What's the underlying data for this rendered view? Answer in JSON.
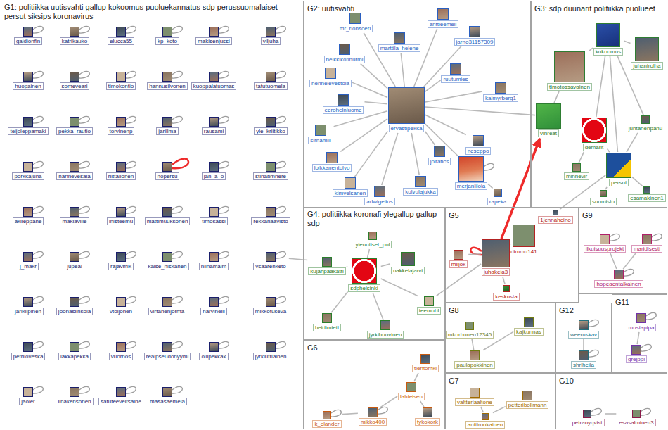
{
  "diagram": {
    "nodes": [
      {
        "text": [
          "G1: politiikka uutisvahti gallup kokoomus puoluekannatus sdp perussuomalaiset persut siksips koronavirus"
        ]
      },
      {
        "text": [
          "gaidionfin"
        ],
        "in": 0
      },
      {
        "text": [
          "katrikauko"
        ],
        "in": 0
      },
      {
        "text": [
          "elucca55"
        ],
        "in": 0
      },
      {
        "text": [
          "kp_koto"
        ],
        "in": 0
      },
      {
        "text": [
          "makisenjussi"
        ],
        "in": 0
      },
      {
        "text": [
          "viljuha"
        ],
        "in": 0
      },
      {
        "text": [
          "huopainen"
        ],
        "in": 0
      },
      {
        "text": [
          "someveari"
        ],
        "in": 0
      },
      {
        "text": [
          "timokontio"
        ],
        "in": 0
      },
      {
        "text": [
          "hannusilvonen"
        ],
        "in": 0
      },
      {
        "text": [
          "kuoppalatuomas"
        ],
        "in": 0
      },
      {
        "text": [
          "tatutuomela"
        ],
        "in": 0
      },
      {
        "text": [
          "teijoleppamaki"
        ],
        "in": 0
      },
      {
        "text": [
          "pekka_rautio"
        ],
        "in": 0
      },
      {
        "text": [
          "torvinenp"
        ],
        "in": 0
      },
      {
        "text": [
          "jarillma"
        ],
        "in": 0
      },
      {
        "text": [
          "rausami"
        ],
        "in": 0
      },
      {
        "text": [
          "yle_kriitikko"
        ],
        "in": 0
      },
      {
        "text": [
          "porkkajuha"
        ],
        "in": 0
      },
      {
        "text": [
          "hannevesala"
        ],
        "in": 0
      },
      {
        "text": [
          "riittalionen"
        ],
        "in": 0
      },
      {
        "text": [
          "nopersu"
        ],
        "in": 0
      },
      {
        "text": [
          "jan_a_o"
        ],
        "in": 0
      },
      {
        "text": [
          "stinabmnere"
        ],
        "in": 0
      },
      {
        "text": [
          "akileppane"
        ],
        "in": 0
      },
      {
        "text": [
          "maklaville"
        ],
        "in": 0
      },
      {
        "text": [
          "ihisteemu"
        ],
        "in": 0
      },
      {
        "text": [
          "mattimuukkonen"
        ],
        "in": 0
      },
      {
        "text": [
          "timokassi"
        ],
        "in": 0
      },
      {
        "text": [
          "rekkahaavisto"
        ],
        "in": 0
      },
      {
        "text": [
          "j_makr"
        ],
        "in": 0
      },
      {
        "text": [
          "jupeai"
        ],
        "in": 0
      },
      {
        "text": [
          "rajavmik"
        ],
        "in": 0
      },
      {
        "text": [
          "kalse_niskanen"
        ],
        "in": 0
      },
      {
        "text": [
          "niinamaim"
        ],
        "in": 0
      },
      {
        "text": [
          "vsaarenketo"
        ],
        "in": 0
      },
      {
        "text": [
          "jarikilpinen"
        ],
        "in": 0
      },
      {
        "text": [
          "joonaslinkola"
        ],
        "in": 0
      },
      {
        "text": [
          "vtoljonen"
        ],
        "in": 0
      },
      {
        "text": [
          "virtanenjorma"
        ],
        "in": 0
      },
      {
        "text": [
          "narvinelli"
        ],
        "in": 0
      },
      {
        "text": [
          "mikkotukeva"
        ],
        "in": 0
      },
      {
        "text": [
          "petriloveska"
        ],
        "in": 0
      },
      {
        "text": [
          "lakkapekka"
        ],
        "in": 0
      },
      {
        "text": [
          "vuornos"
        ],
        "in": 0
      },
      {
        "text": [
          "realpseudonyymi"
        ],
        "in": 0
      },
      {
        "text": [
          "ollipekkak"
        ],
        "in": 0
      },
      {
        "text": [
          "jyrkiutriainen"
        ],
        "in": 0
      },
      {
        "text": [
          "jaoler"
        ],
        "in": 0
      },
      {
        "text": [
          "linakensonen"
        ],
        "in": 0
      },
      {
        "text": [
          "satuteeveitsalne"
        ],
        "in": 0
      },
      {
        "text": [
          "masasaemela"
        ],
        "in": 0
      },
      {
        "text": [
          "G2: uutisvahti"
        ]
      },
      {
        "text": [
          "mr_rionsoeri"
        ],
        "in": 53
      },
      {
        "text": [
          "anttieemeli"
        ],
        "in": 53
      },
      {
        "text": [
          "marttila_helene"
        ],
        "in": 53
      },
      {
        "text": [
          "jarno31157309"
        ],
        "in": 53
      },
      {
        "text": [
          "heikkikotinurmi"
        ],
        "in": 53
      },
      {
        "text": [
          "hennelevestola"
        ],
        "in": 53
      },
      {
        "text": [
          "kalmyrberg1"
        ],
        "in": 53
      },
      {
        "text": [
          "ruutumies"
        ],
        "in": 53
      },
      {
        "text": [
          "ervastipekka"
        ],
        "in": 53
      },
      {
        "text": [
          "eerohelnluome"
        ],
        "in": 53
      },
      {
        "text": [
          "sirhamili"
        ],
        "in": 53
      },
      {
        "text": [
          "lolkkanentolvo"
        ],
        "in": 53
      },
      {
        "text": [
          "joltatics"
        ],
        "in": 53
      },
      {
        "text": [
          "neseppo"
        ],
        "in": 53
      },
      {
        "text": [
          "merjanlilola"
        ],
        "in": 53
      },
      {
        "text": [
          "kimvelsanen"
        ],
        "in": 53
      },
      {
        "text": [
          "kolvulajukka"
        ],
        "in": 53
      },
      {
        "text": [
          "arlwigelius"
        ],
        "in": 53
      },
      {
        "text": [
          "rapeka"
        ],
        "in": 53
      },
      {
        "text": [
          "G3: sdp duunarit politiikka puolueet"
        ]
      },
      {
        "text": [
          "kokoomus"
        ],
        "in": 73
      },
      {
        "text": [
          "timotossavainen"
        ],
        "in": 73
      },
      {
        "text": [
          "juhanirolha"
        ],
        "in": 73
      },
      {
        "text": [
          "vihreat"
        ],
        "in": 73
      },
      {
        "text": [
          "juhtanenpanu"
        ],
        "in": 73
      },
      {
        "text": [
          "demarit"
        ],
        "in": 73
      },
      {
        "text": [
          "minnevir"
        ],
        "in": 73
      },
      {
        "text": [
          "persut"
        ],
        "in": 73
      },
      {
        "text": [
          "suomisto"
        ],
        "in": 73
      },
      {
        "text": [
          "esamakinen1"
        ],
        "in": 73
      },
      {
        "text": [
          "G4: politiikka koronafi ylegallup gallup sdp"
        ]
      },
      {
        "text": [
          "yleuutiset_pol"
        ],
        "in": 84
      },
      {
        "text": [
          "kujanpaakatri"
        ],
        "in": 84
      },
      {
        "text": [
          "sdphelsinki"
        ],
        "in": 84
      },
      {
        "text": [
          "nakkelajarvi"
        ],
        "in": 84
      },
      {
        "text": [
          "teemuhl"
        ],
        "in": 84
      },
      {
        "text": [
          "heidimiett"
        ],
        "in": 84
      },
      {
        "text": [
          "jyrkihuovinen"
        ],
        "in": 84
      },
      {
        "text": [
          "G5"
        ]
      },
      {
        "text": [
          "1jennaheino"
        ],
        "in": 92
      },
      {
        "text": [
          "dimmu141"
        ],
        "in": 92
      },
      {
        "text": [
          "miljok"
        ],
        "in": 92
      },
      {
        "text": [
          "juhakeia3"
        ],
        "in": 92
      },
      {
        "text": [
          "keskusta"
        ],
        "in": 92
      },
      {
        "text": [
          "G9"
        ]
      },
      {
        "text": [
          "ilkuisuusprojekt"
        ],
        "in": 98
      },
      {
        "text": [
          "maridisesti"
        ],
        "in": 98
      },
      {
        "text": [
          "hopeaentalkainen"
        ],
        "in": 98
      },
      {
        "text": [
          "G8"
        ]
      },
      {
        "text": [
          "kajkunnas"
        ],
        "in": 102
      },
      {
        "text": [
          "mkorhonen12345"
        ],
        "in": 102
      },
      {
        "text": [
          "paulapokkinen"
        ],
        "in": 102
      },
      {
        "text": [
          "G12"
        ]
      },
      {
        "text": [
          "weeruskav"
        ],
        "in": 106
      },
      {
        "text": [
          "shrlheila"
        ],
        "in": 106
      },
      {
        "text": [
          "G11"
        ]
      },
      {
        "text": [
          "mustapipa"
        ],
        "in": 109
      },
      {
        "text": [
          "grejppi"
        ],
        "in": 109
      },
      {
        "text": [
          "G6"
        ]
      },
      {
        "text": [
          "tiehtomki"
        ],
        "in": 112
      },
      {
        "text": [
          "lahteisen"
        ],
        "in": 112
      },
      {
        "text": [
          "k_elander"
        ],
        "in": 112
      },
      {
        "text": [
          "mikko400"
        ],
        "in": 112
      },
      {
        "text": [
          "tykokork"
        ],
        "in": 112
      },
      {
        "text": [
          "G7"
        ]
      },
      {
        "text": [
          "valtteriaaltone"
        ],
        "in": 118
      },
      {
        "text": [
          "petteribollmann"
        ],
        "in": 118
      },
      {
        "text": [
          "anttironkainen"
        ],
        "in": 118
      },
      {
        "text": [
          "G10"
        ]
      },
      {
        "text": [
          "petranyqvist"
        ],
        "in": 122
      },
      {
        "text": [
          "esasalminen3"
        ],
        "in": 122
      }
    ],
    "edges": [
      {
        "from": 62,
        "to": 54,
        "arrow": "none"
      },
      {
        "from": 62,
        "to": 55,
        "arrow": "none"
      },
      {
        "from": 62,
        "to": 56,
        "arrow": "none"
      },
      {
        "from": 62,
        "to": 57,
        "arrow": "none"
      },
      {
        "from": 62,
        "to": 58,
        "arrow": "none"
      },
      {
        "from": 62,
        "to": 59,
        "arrow": "none"
      },
      {
        "from": 62,
        "to": 60,
        "arrow": "none"
      },
      {
        "from": 62,
        "to": 61,
        "arrow": "none"
      },
      {
        "from": 62,
        "to": 63,
        "arrow": "none"
      },
      {
        "from": 62,
        "to": 64,
        "arrow": "none"
      },
      {
        "from": 62,
        "to": 65,
        "arrow": "none"
      },
      {
        "from": 62,
        "to": 66,
        "arrow": "none"
      },
      {
        "from": 62,
        "to": 67,
        "arrow": "none"
      },
      {
        "from": 62,
        "to": 68,
        "arrow": "none"
      },
      {
        "from": 62,
        "to": 69,
        "arrow": "none"
      },
      {
        "from": 62,
        "to": 70,
        "arrow": "none"
      },
      {
        "from": 62,
        "to": 71,
        "arrow": "none"
      },
      {
        "from": 68,
        "to": 72,
        "arrow": "none"
      },
      {
        "from": 62,
        "to": 77,
        "arrow": "none"
      },
      {
        "from": 77,
        "to": 75,
        "arrow": "none"
      },
      {
        "from": 75,
        "to": 74,
        "arrow": "none"
      },
      {
        "from": 76,
        "to": 74,
        "arrow": "none"
      },
      {
        "from": 78,
        "to": 74,
        "arrow": "none"
      },
      {
        "from": 79,
        "to": 74,
        "arrow": "none"
      },
      {
        "from": 81,
        "to": 74,
        "arrow": "none"
      },
      {
        "from": 78,
        "to": 81,
        "arrow": "none"
      },
      {
        "from": 79,
        "to": 81,
        "arrow": "none"
      },
      {
        "from": 80,
        "to": 79,
        "arrow": "none"
      },
      {
        "from": 83,
        "to": 81,
        "arrow": "none"
      },
      {
        "from": 82,
        "to": 81,
        "arrow": "none"
      },
      {
        "from": 93,
        "to": 81,
        "arrow": "none"
      },
      {
        "from": 87,
        "to": 85,
        "arrow": "none"
      },
      {
        "from": 87,
        "to": 86,
        "arrow": "none"
      },
      {
        "from": 87,
        "to": 88,
        "arrow": "none"
      },
      {
        "from": 87,
        "to": 89,
        "arrow": "none"
      },
      {
        "from": 87,
        "to": 90,
        "arrow": "none"
      },
      {
        "from": 87,
        "to": 91,
        "arrow": "none"
      },
      {
        "from": 36,
        "to": 86,
        "arrow": "none"
      },
      {
        "from": 89,
        "to": 96,
        "arrow": "none"
      },
      {
        "from": 96,
        "to": 95,
        "arrow": "none"
      },
      {
        "from": 96,
        "to": 94,
        "arrow": "none"
      },
      {
        "from": 96,
        "to": 97,
        "arrow": "none"
      },
      {
        "from": 96,
        "to": 77,
        "arrow": "to"
      },
      {
        "from": 101,
        "to": 99,
        "arrow": "none"
      },
      {
        "from": 101,
        "to": 100,
        "arrow": "none"
      },
      {
        "from": 105,
        "to": 104,
        "arrow": "none"
      },
      {
        "from": 105,
        "to": 103,
        "arrow": "none"
      },
      {
        "from": 107,
        "to": 108,
        "arrow": "none"
      },
      {
        "from": 110,
        "to": 111,
        "arrow": "none"
      },
      {
        "from": 114,
        "to": 113,
        "arrow": "none"
      },
      {
        "from": 114,
        "to": 116,
        "arrow": "none"
      },
      {
        "from": 114,
        "to": 117,
        "arrow": "none"
      },
      {
        "from": 116,
        "to": 115,
        "arrow": "none"
      },
      {
        "from": 121,
        "to": 119,
        "arrow": "none"
      },
      {
        "from": 121,
        "to": 120,
        "arrow": "none"
      },
      {
        "from": 123,
        "to": 124,
        "arrow": "none"
      }
    ]
  }
}
